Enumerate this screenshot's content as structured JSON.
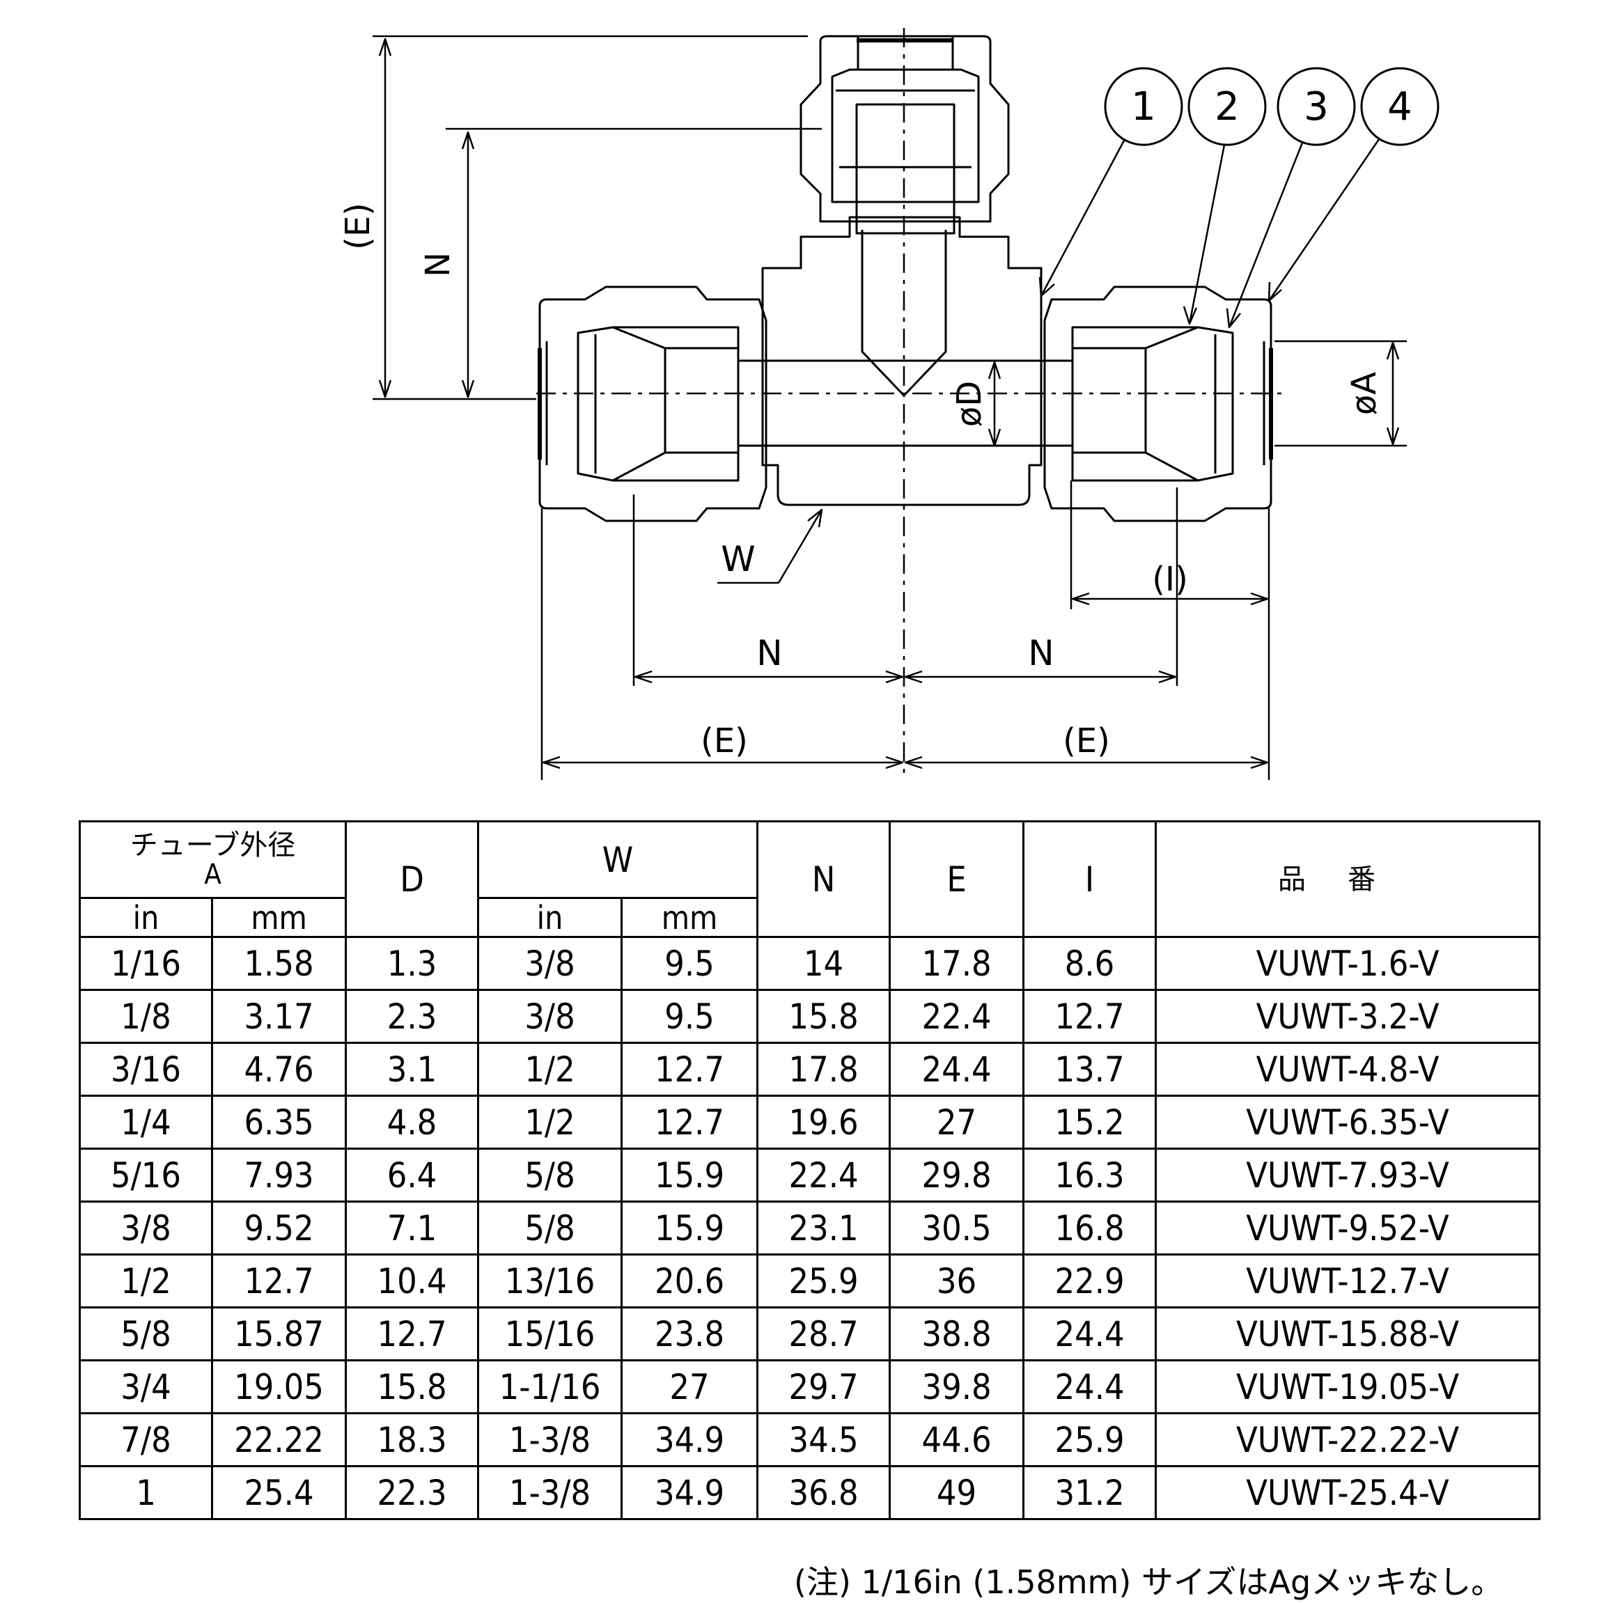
{
  "drawing": {
    "balloons": [
      "1",
      "2",
      "3",
      "4"
    ],
    "labels": {
      "E_vertical": "(E)",
      "N_vertical": "N",
      "phiD": "øD",
      "phiA": "øA",
      "W": "W",
      "I": "(I)",
      "N_left": "N",
      "N_right": "N",
      "E_left": "(E)",
      "E_right": "(E)"
    }
  },
  "table": {
    "header": {
      "tube_od_line1": "チューブ外径",
      "tube_od_line2": "A",
      "D": "D",
      "W": "W",
      "N": "N",
      "E": "E",
      "I": "I",
      "part_no": "品番",
      "in": "in",
      "mm": "mm",
      "w_in": "in",
      "w_mm": "mm"
    },
    "rows": [
      [
        "1/16",
        "1.58",
        "1.3",
        "3/8",
        "9.5",
        "14",
        "17.8",
        "8.6",
        "VUWT-1.6-V"
      ],
      [
        "1/8",
        "3.17",
        "2.3",
        "3/8",
        "9.5",
        "15.8",
        "22.4",
        "12.7",
        "VUWT-3.2-V"
      ],
      [
        "3/16",
        "4.76",
        "3.1",
        "1/2",
        "12.7",
        "17.8",
        "24.4",
        "13.7",
        "VUWT-4.8-V"
      ],
      [
        "1/4",
        "6.35",
        "4.8",
        "1/2",
        "12.7",
        "19.6",
        "27",
        "15.2",
        "VUWT-6.35-V"
      ],
      [
        "5/16",
        "7.93",
        "6.4",
        "5/8",
        "15.9",
        "22.4",
        "29.8",
        "16.3",
        "VUWT-7.93-V"
      ],
      [
        "3/8",
        "9.52",
        "7.1",
        "5/8",
        "15.9",
        "23.1",
        "30.5",
        "16.8",
        "VUWT-9.52-V"
      ],
      [
        "1/2",
        "12.7",
        "10.4",
        "13/16",
        "20.6",
        "25.9",
        "36",
        "22.9",
        "VUWT-12.7-V"
      ],
      [
        "5/8",
        "15.87",
        "12.7",
        "15/16",
        "23.8",
        "28.7",
        "38.8",
        "24.4",
        "VUWT-15.88-V"
      ],
      [
        "3/4",
        "19.05",
        "15.8",
        "1-1/16",
        "27",
        "29.7",
        "39.8",
        "24.4",
        "VUWT-19.05-V"
      ],
      [
        "7/8",
        "22.22",
        "18.3",
        "1-3/8",
        "34.9",
        "34.5",
        "44.6",
        "25.9",
        "VUWT-22.22-V"
      ],
      [
        "1",
        "25.4",
        "22.3",
        "1-3/8",
        "34.9",
        "36.8",
        "49",
        "31.2",
        "VUWT-25.4-V"
      ]
    ]
  },
  "footnote": "(注) 1/16in (1.58mm) サイズはAgメッキなし。"
}
